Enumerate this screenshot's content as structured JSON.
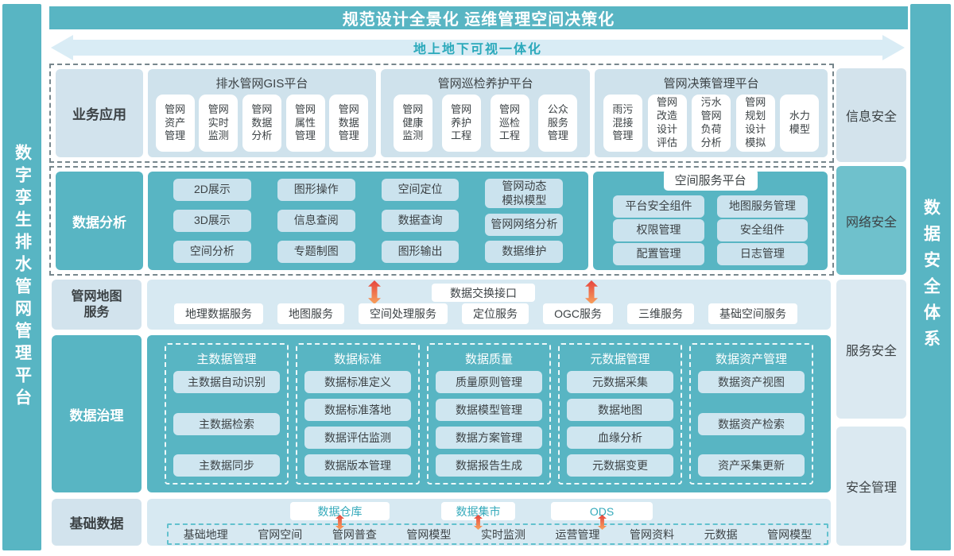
{
  "colors": {
    "teal": "#58b5c3",
    "teal_light_box": "#6fc1cc",
    "panel_light": "#cfe2ec",
    "panel_lighter": "#d7e9f2",
    "inner_box_light": "#cbe3ee",
    "flow_banner_bg": "#d9ecf5",
    "flow_banner_text": "#2ba9bb",
    "arrow_red": "#e6453f",
    "arrow_orange": "#f7a25c",
    "dark_text": "#3c4245"
  },
  "left_rail": {
    "label": "数字孪生排水管网管理平台"
  },
  "right_rail": {
    "label": "数据安全体系"
  },
  "top_banner": {
    "title": "规范设计全景化  运维管理空间决策化"
  },
  "flow_banner": {
    "label": "地上地下可视一体化"
  },
  "security": {
    "items": [
      "信息安全",
      "网络安全",
      "服务安全",
      "安全管理"
    ]
  },
  "business": {
    "label": "业务应用",
    "platforms": [
      {
        "title": "排水管网GIS平台",
        "boxes": [
          "管网\n资产\n管理",
          "管网\n实时\n监测",
          "管网\n数据\n分析",
          "管网\n属性\n管理",
          "管网\n数据\n管理"
        ]
      },
      {
        "title": "管网巡检养护平台",
        "boxes": [
          "管网\n健康\n监测",
          "管网\n养护\n工程",
          "管网\n巡检\n工程",
          "公众\n服务\n管理"
        ]
      },
      {
        "title": "管网决策管理平台",
        "boxes": [
          "雨污\n混接\n管理",
          "管网\n改造\n设计\n评估",
          "污水\n管网\n负荷\n分析",
          "管网\n规划\n设计\n模拟",
          "水力\n模型"
        ]
      }
    ]
  },
  "analysis": {
    "label": "数据分析",
    "grid": {
      "columns": [
        [
          "2D展示",
          "3D展示",
          "空间分析"
        ],
        [
          "图形操作",
          "信息查阅",
          "专题制图"
        ],
        [
          "空间定位",
          "数据查询",
          "图形输出"
        ],
        [
          "管网动态\n模拟模型",
          "管网网络分析",
          "数据维护"
        ]
      ]
    },
    "spatial_platform": {
      "title": "空间服务平台",
      "columns": [
        [
          "平台安全组件",
          "权限管理",
          "配置管理"
        ],
        [
          "地图服务管理",
          "安全组件",
          "日志管理"
        ]
      ]
    }
  },
  "map_services": {
    "label": "管网地图\n服务",
    "exchange": "数据交换接口",
    "services": [
      "地理数据服务",
      "地图服务",
      "空间处理服务",
      "定位服务",
      "OGC服务",
      "三维服务",
      "基础空间服务"
    ]
  },
  "governance": {
    "label": "数据治理",
    "groups": [
      {
        "title": "主数据管理",
        "items": [
          "主数据自动识别",
          "主数据检索",
          "主数据同步"
        ]
      },
      {
        "title": "数据标准",
        "items": [
          "数据标准定义",
          "数据标准落地",
          "数据评估监测",
          "数据版本管理"
        ]
      },
      {
        "title": "数据质量",
        "items": [
          "质量原则管理",
          "数据模型管理",
          "数据方案管理",
          "数据报告生成"
        ]
      },
      {
        "title": "元数据管理",
        "items": [
          "元数据采集",
          "数据地图",
          "血缘分析",
          "元数据变更"
        ]
      },
      {
        "title": "数据资产管理",
        "items": [
          "数据资产视图",
          "数据资产检索",
          "资产采集更新"
        ]
      }
    ]
  },
  "base_data": {
    "label": "基础数据",
    "stores": [
      "数据仓库",
      "数据集市",
      "ODS"
    ],
    "sources": [
      "基础地理",
      "官网空间",
      "管网普查",
      "管网模型",
      "实时监测",
      "运营管理",
      "管网资料",
      "元数据",
      "管网模型"
    ]
  }
}
